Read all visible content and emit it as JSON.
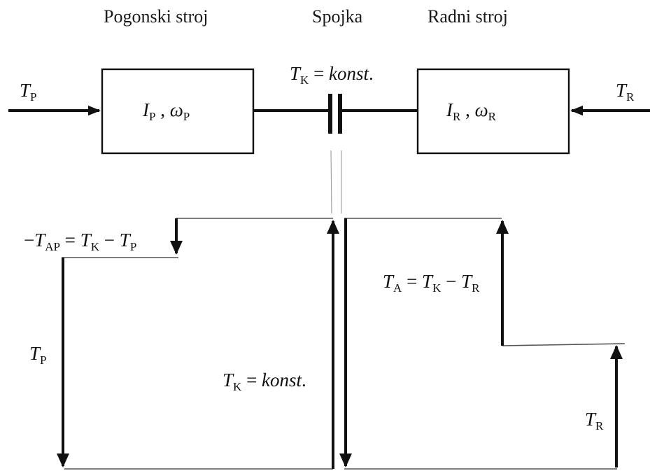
{
  "headers": {
    "driving_machine": "Pogonski stroj",
    "coupling": "Spojka",
    "working_machine": "Radni stroj"
  },
  "input_torque": {
    "sym": "T",
    "sub": "P"
  },
  "output_torque": {
    "sym": "T",
    "sub": "R"
  },
  "driving_box": {
    "inertia_sym": "I",
    "inertia_sub": "P",
    "sep": " , ",
    "omega_sym": "ω",
    "omega_sub": "P"
  },
  "working_box": {
    "inertia_sym": "I",
    "inertia_sub": "R",
    "sep": " , ",
    "omega_sym": "ω",
    "omega_sub": "R"
  },
  "coupling_torque": {
    "sym": "T",
    "sub": "K",
    "eq": " = ",
    "value": "konst",
    "dot": "."
  },
  "label_tap": {
    "minus": "−",
    "sym1": "T",
    "sub1": "AP",
    "eq": " = ",
    "sym2": "T",
    "sub2": "K",
    "op": " − ",
    "sym3": "T",
    "sub3": "P"
  },
  "label_tp": {
    "sym": "T",
    "sub": "P"
  },
  "label_tk": {
    "sym": "T",
    "sub": "K",
    "eq": " = ",
    "value": "konst",
    "dot": "."
  },
  "label_ta": {
    "sym1": "T",
    "sub1": "A",
    "eq": " = ",
    "sym2": "T",
    "sub2": "K",
    "op": " − ",
    "sym3": "T",
    "sub3": "R"
  },
  "label_tr": {
    "sym": "T",
    "sub": "R"
  }
}
